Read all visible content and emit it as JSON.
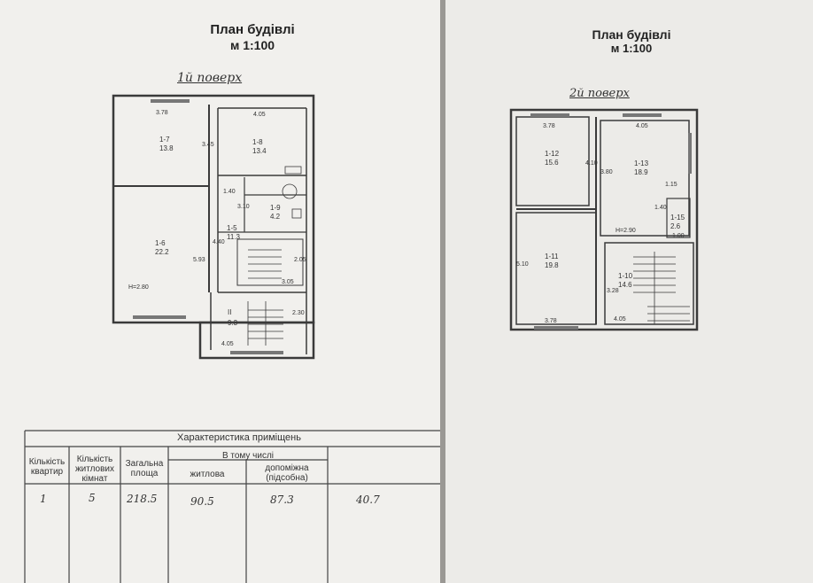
{
  "left_sheet": {
    "title": "План будівлі",
    "scale": "м 1:100",
    "floor_label": "1й поверх",
    "rooms": [
      {
        "id": "1-7",
        "area": "13.8"
      },
      {
        "id": "1-8",
        "area": "13.4"
      },
      {
        "id": "1-6",
        "area": "22.2"
      },
      {
        "id": "1-5",
        "area": "11.3"
      },
      {
        "id": "1-9",
        "area": "4.2"
      },
      {
        "id": "II",
        "area": "9.3"
      }
    ],
    "dimensions": [
      "3.78",
      "4.05",
      "3.45",
      "1.40",
      "3.10",
      "4.40",
      "5.93",
      "2.05",
      "3.05",
      "2.30",
      "4.05"
    ],
    "height_note": "H=2.80"
  },
  "right_sheet": {
    "title": "План будівлі",
    "scale": "м 1:100",
    "floor_label": "2й поверх",
    "rooms": [
      {
        "id": "1-12",
        "area": "15.6"
      },
      {
        "id": "1-13",
        "area": "18.9"
      },
      {
        "id": "1-11",
        "area": "19.8"
      },
      {
        "id": "1-10",
        "area": "14.6"
      },
      {
        "id": "1-15",
        "area": "2.6"
      }
    ],
    "dimensions": [
      "3.78",
      "4.05",
      "4.10",
      "3.80",
      "1.15",
      "1.40",
      "1.00",
      "5.10",
      "3.28",
      "3.78",
      "4.05"
    ],
    "height_note": "H=2.90"
  },
  "table": {
    "caption": "Характеристика приміщень",
    "headers": {
      "apartments": "Кількість квартир",
      "living_rooms": "Кількість житлових кімнат",
      "total_area": "Загальна площа",
      "including": "В тому числі",
      "living": "житлова",
      "auxiliary": "допоміжна (підсобна)"
    },
    "values": {
      "apartments": "1",
      "living_rooms": "5",
      "total_area": "218.5",
      "living": "90.5",
      "auxiliary": "87.3",
      "extra": "40.7"
    }
  }
}
